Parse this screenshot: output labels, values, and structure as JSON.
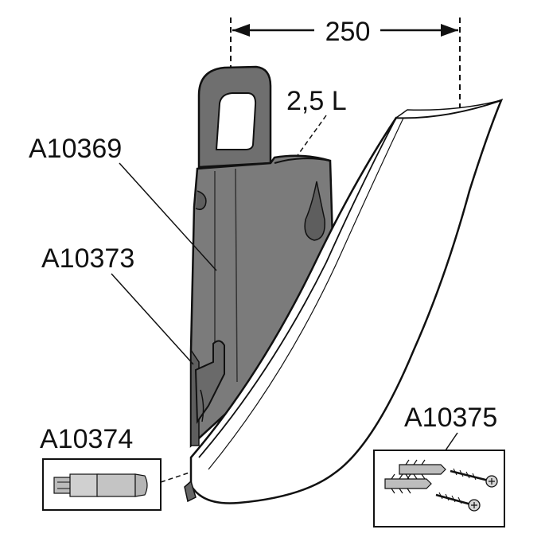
{
  "dimension": {
    "width_value": "250",
    "volume_label": "2,5 L"
  },
  "parts": {
    "holder": "A10369",
    "clip": "A10373",
    "adapter": "A10374",
    "fixing_kit": "A10375"
  },
  "colors": {
    "body_gray": "#7b7b7b",
    "dark_gray": "#5e5e5e",
    "outline": "#111111",
    "lid": "#ffffff"
  }
}
